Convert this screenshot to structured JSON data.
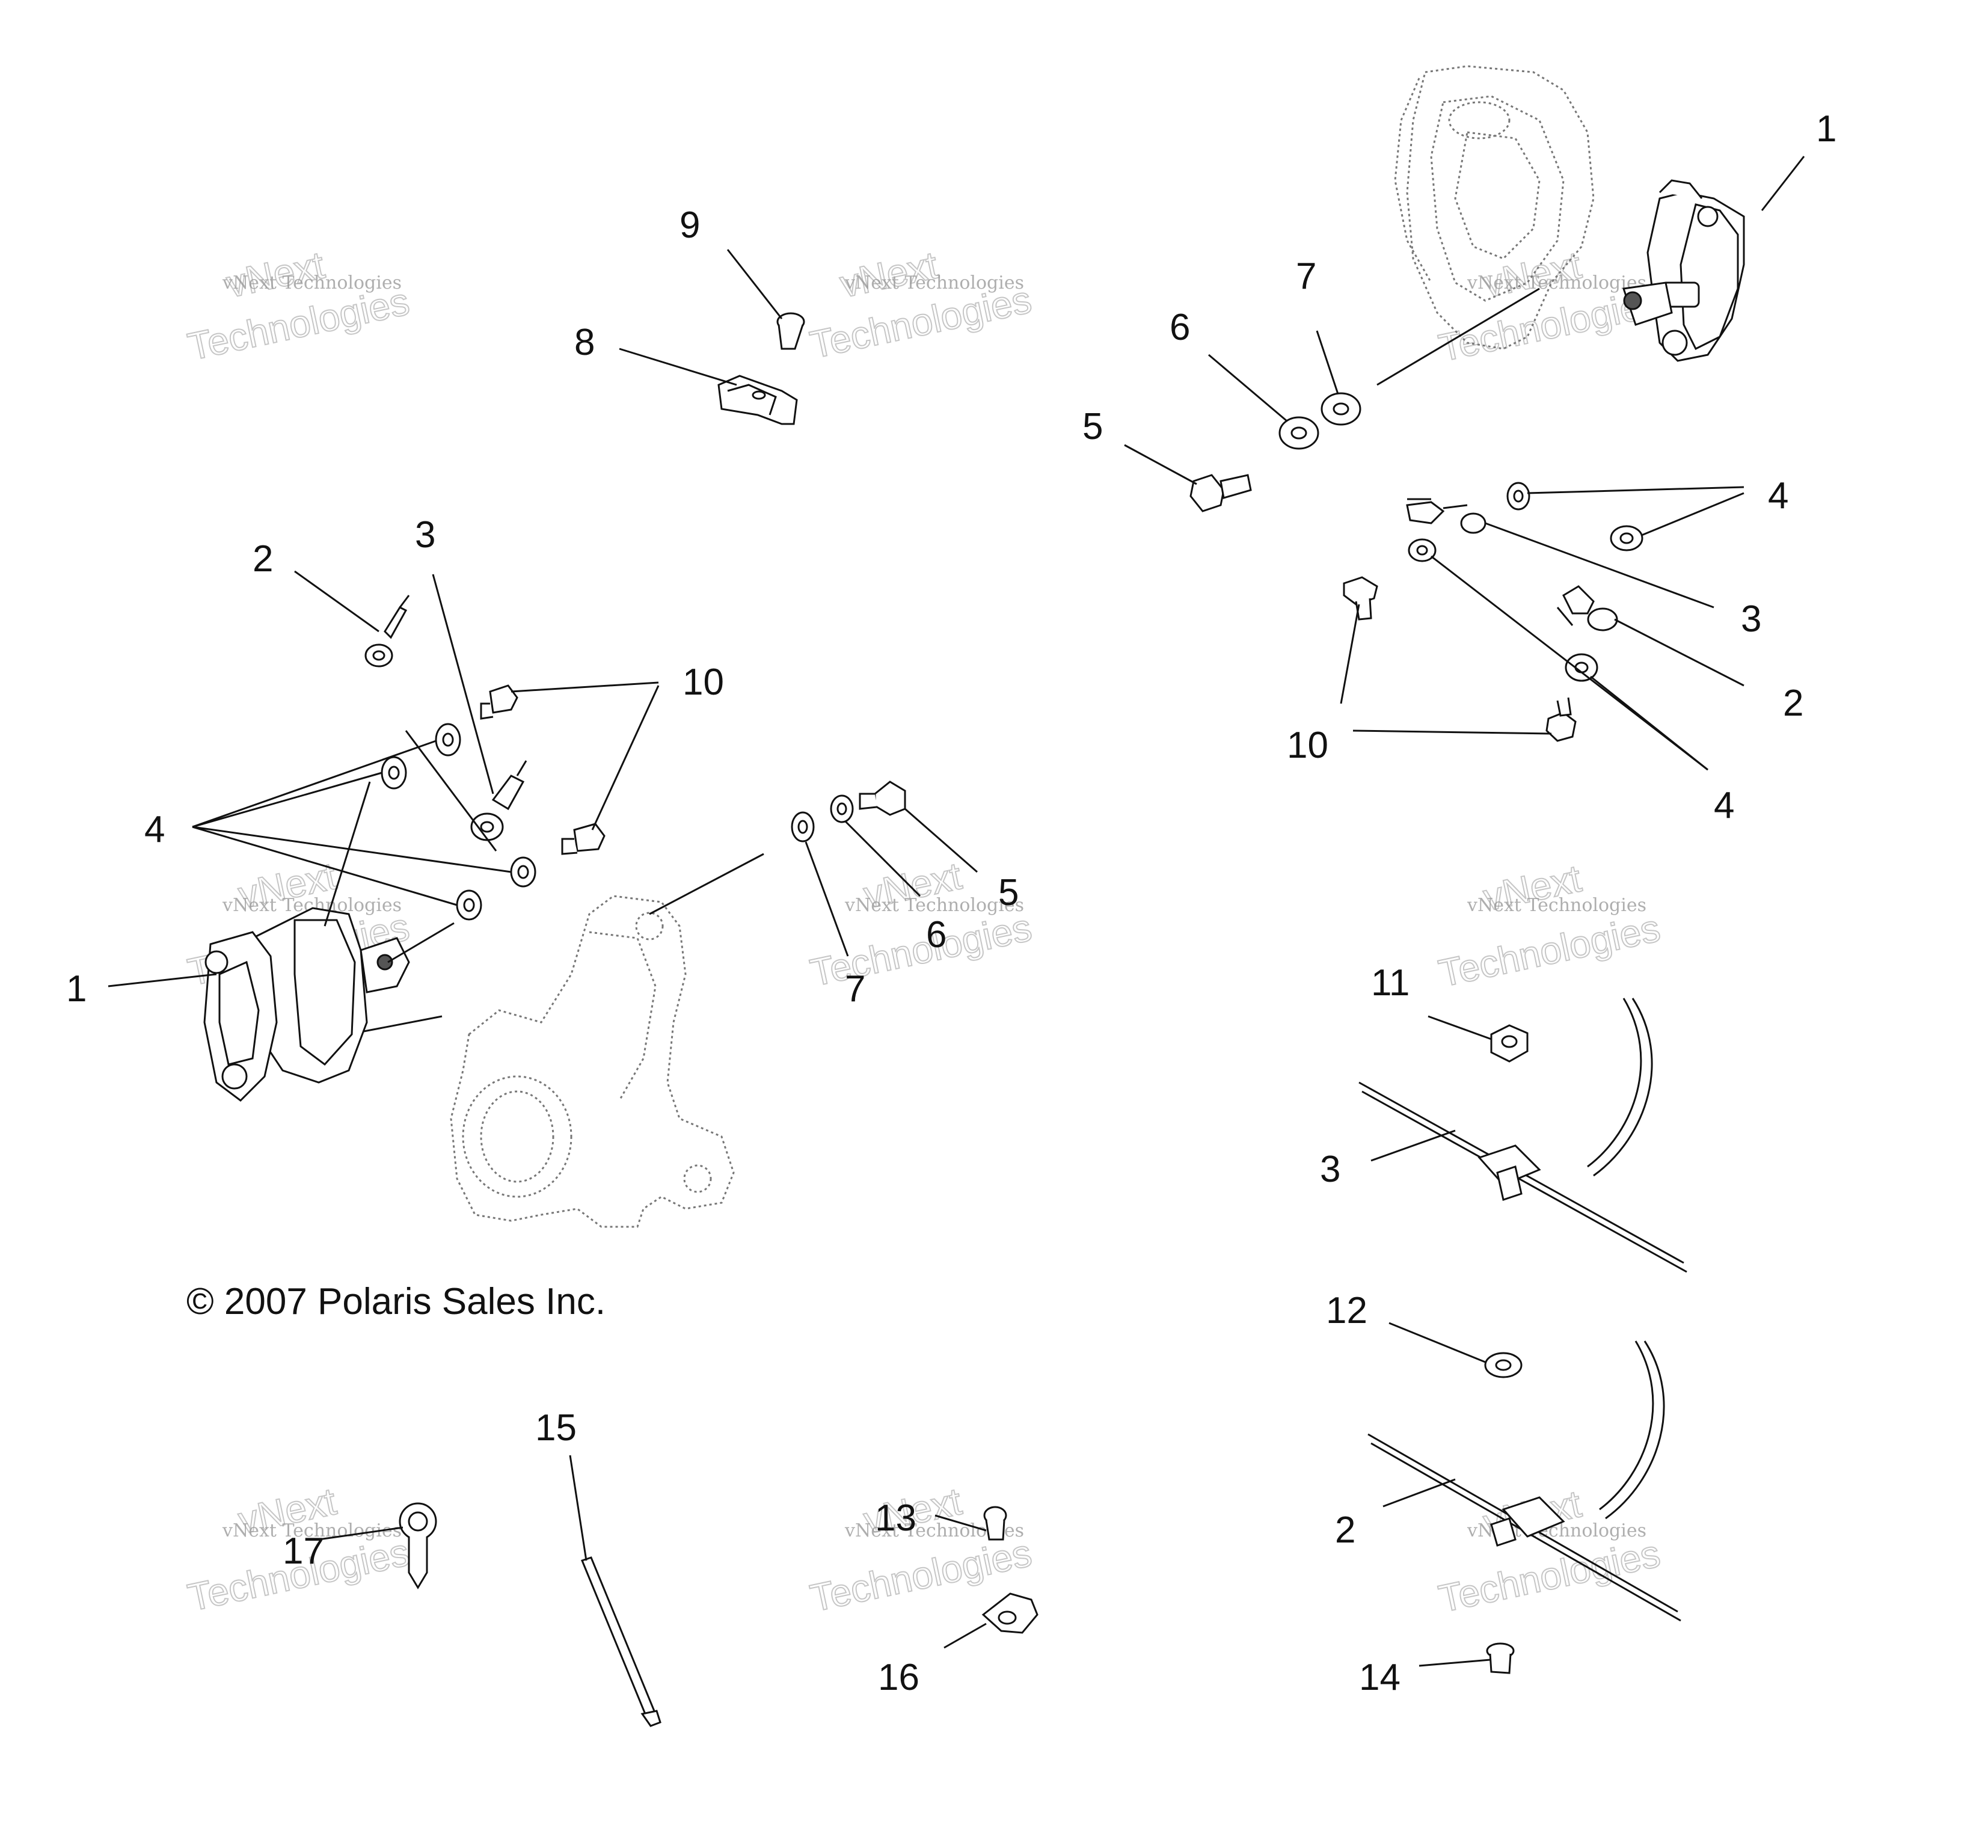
{
  "copyright": "© 2007 Polaris Sales Inc.",
  "watermark": {
    "line1": "vNext",
    "line2": "vNext Technologies",
    "line3": "Technologies"
  },
  "callouts": {
    "c1_left": "1",
    "c1_right": "1",
    "c2_left": "2",
    "c2_right": "2",
    "c2_bottom": "2",
    "c3_left": "3",
    "c3_right": "3",
    "c3_bottom": "3",
    "c4_left": "4",
    "c4_right_a": "4",
    "c4_right_b": "4",
    "c5_left": "5",
    "c5_right": "5",
    "c6_left": "6",
    "c6_right": "6",
    "c7_left": "7",
    "c7_right": "7",
    "c8": "8",
    "c9": "9",
    "c10_left": "10",
    "c10_right": "10",
    "c11": "11",
    "c12": "12",
    "c13": "13",
    "c14": "14",
    "c15": "15",
    "c16": "16",
    "c17": "17"
  }
}
